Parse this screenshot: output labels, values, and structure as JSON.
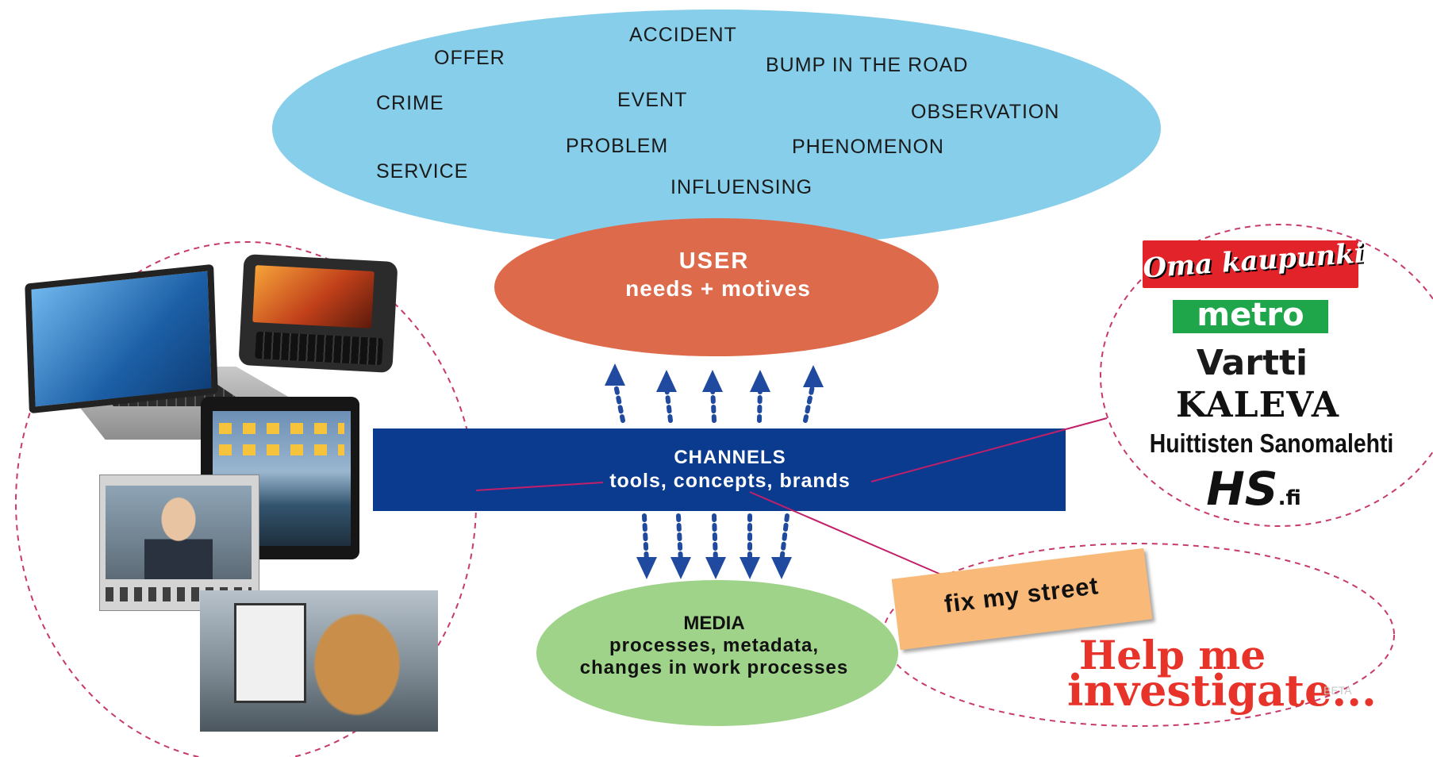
{
  "topics": [
    "ACCIDENT",
    "OFFER",
    "BUMP IN THE ROAD",
    "CRIME",
    "EVENT",
    "OBSERVATION",
    "PROBLEM",
    "PHENOMENON",
    "SERVICE",
    "INFLUENSING"
  ],
  "user": {
    "title": "USER",
    "subtitle": "needs + motives"
  },
  "channels": {
    "title": "CHANNELS",
    "subtitle": "tools, concepts, brands"
  },
  "media": {
    "title": "MEDIA",
    "line1": "processes, metadata,",
    "line2": "changes in work processes"
  },
  "brands": {
    "oma_kaupunki": "Oma kaupunki",
    "metro": "metro",
    "vartti": "Vartti",
    "kaleva": "KALEVA",
    "huittisten": "Huittisten Sanomalehti",
    "hs": "HS",
    "hs_suffix": ".fi"
  },
  "fix_my_street": "fix my street",
  "help_me_investigate": {
    "line1": "Help me",
    "line2": "investigate...",
    "beta": "BETA"
  },
  "colors": {
    "top_ellipse": "#87ceeb",
    "user_ellipse": "#de6a4c",
    "channels_bar": "#0a3b8f",
    "media_ellipse": "#9fd38a",
    "arrows": "#1f4aa0",
    "dashed_circles": "#c83a6a",
    "connector_line": "#c21f6a"
  },
  "icons": [
    "laptop-icon",
    "smartphone-icon",
    "tablet-icon",
    "video-player-icon",
    "bus-screen-photo"
  ]
}
